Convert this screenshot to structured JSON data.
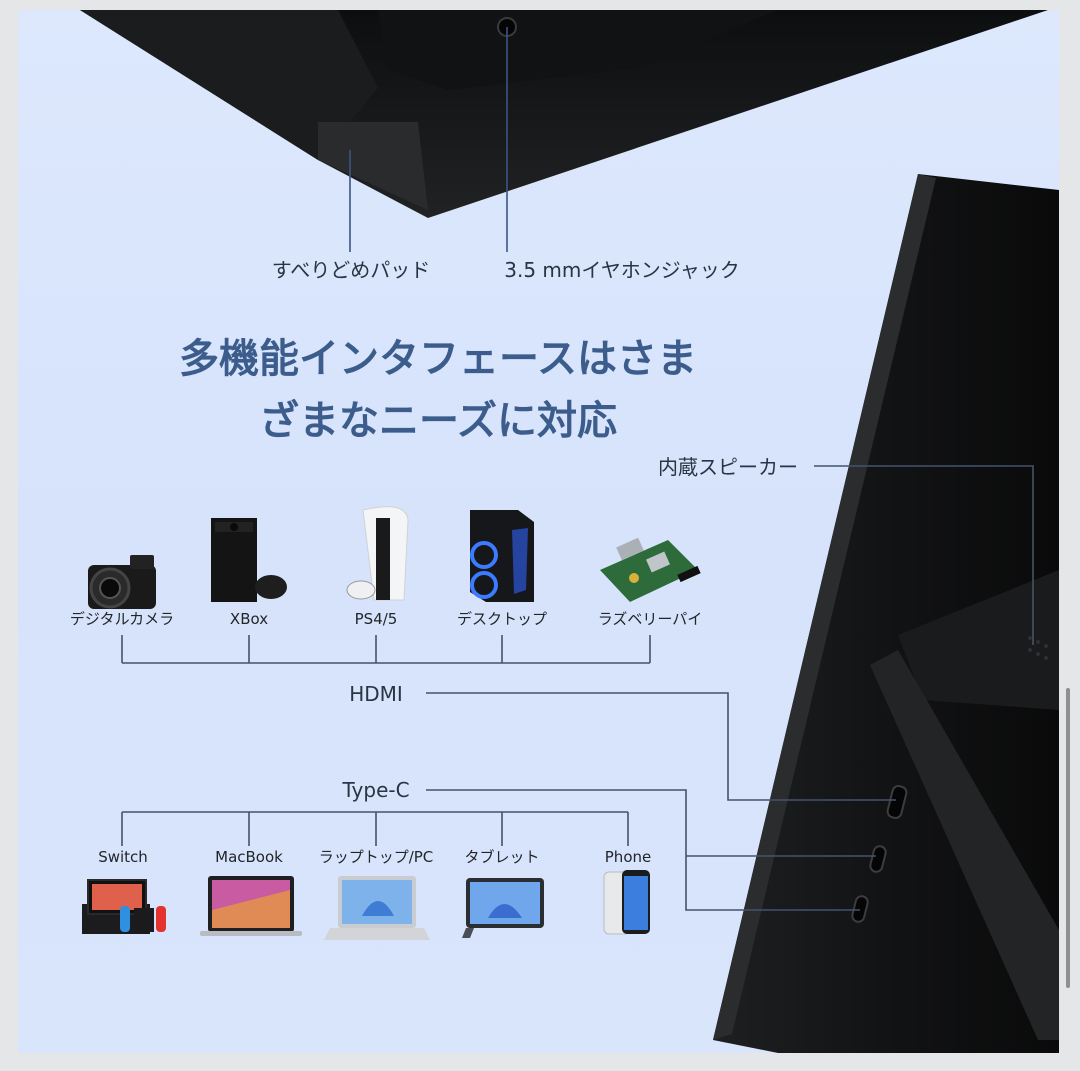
{
  "callouts": {
    "anti_slip_pad": "すべりどめパッド",
    "earphone_jack": "3.5 mmイヤホンジャック",
    "built_in_speaker": "内蔵スピーカー"
  },
  "headline": {
    "line1": "多機能インタフェースはさま",
    "line2": "ざまなニーズに対応"
  },
  "hdmi": {
    "label": "HDMI",
    "devices": [
      {
        "label": "デジタルカメラ",
        "icon": "camera-icon"
      },
      {
        "label": "XBox",
        "icon": "xbox-console-icon"
      },
      {
        "label": "PS4/5",
        "icon": "playstation-console-icon"
      },
      {
        "label": "デスクトップ",
        "icon": "desktop-pc-icon"
      },
      {
        "label": "ラズベリーパイ",
        "icon": "raspberry-pi-icon"
      }
    ]
  },
  "typec": {
    "label": "Type-C",
    "devices": [
      {
        "label": "Switch",
        "icon": "nintendo-switch-icon"
      },
      {
        "label": "MacBook",
        "icon": "macbook-icon"
      },
      {
        "label": "ラップトップ/PC",
        "icon": "laptop-icon"
      },
      {
        "label": "タブレット",
        "icon": "tablet-icon"
      },
      {
        "label": "Phone",
        "icon": "smartphone-icon"
      }
    ]
  },
  "colors": {
    "background": "#d9e5fb",
    "headline": "#3c5d8c",
    "connector_line": "#45536a",
    "monitor": "#151617"
  }
}
